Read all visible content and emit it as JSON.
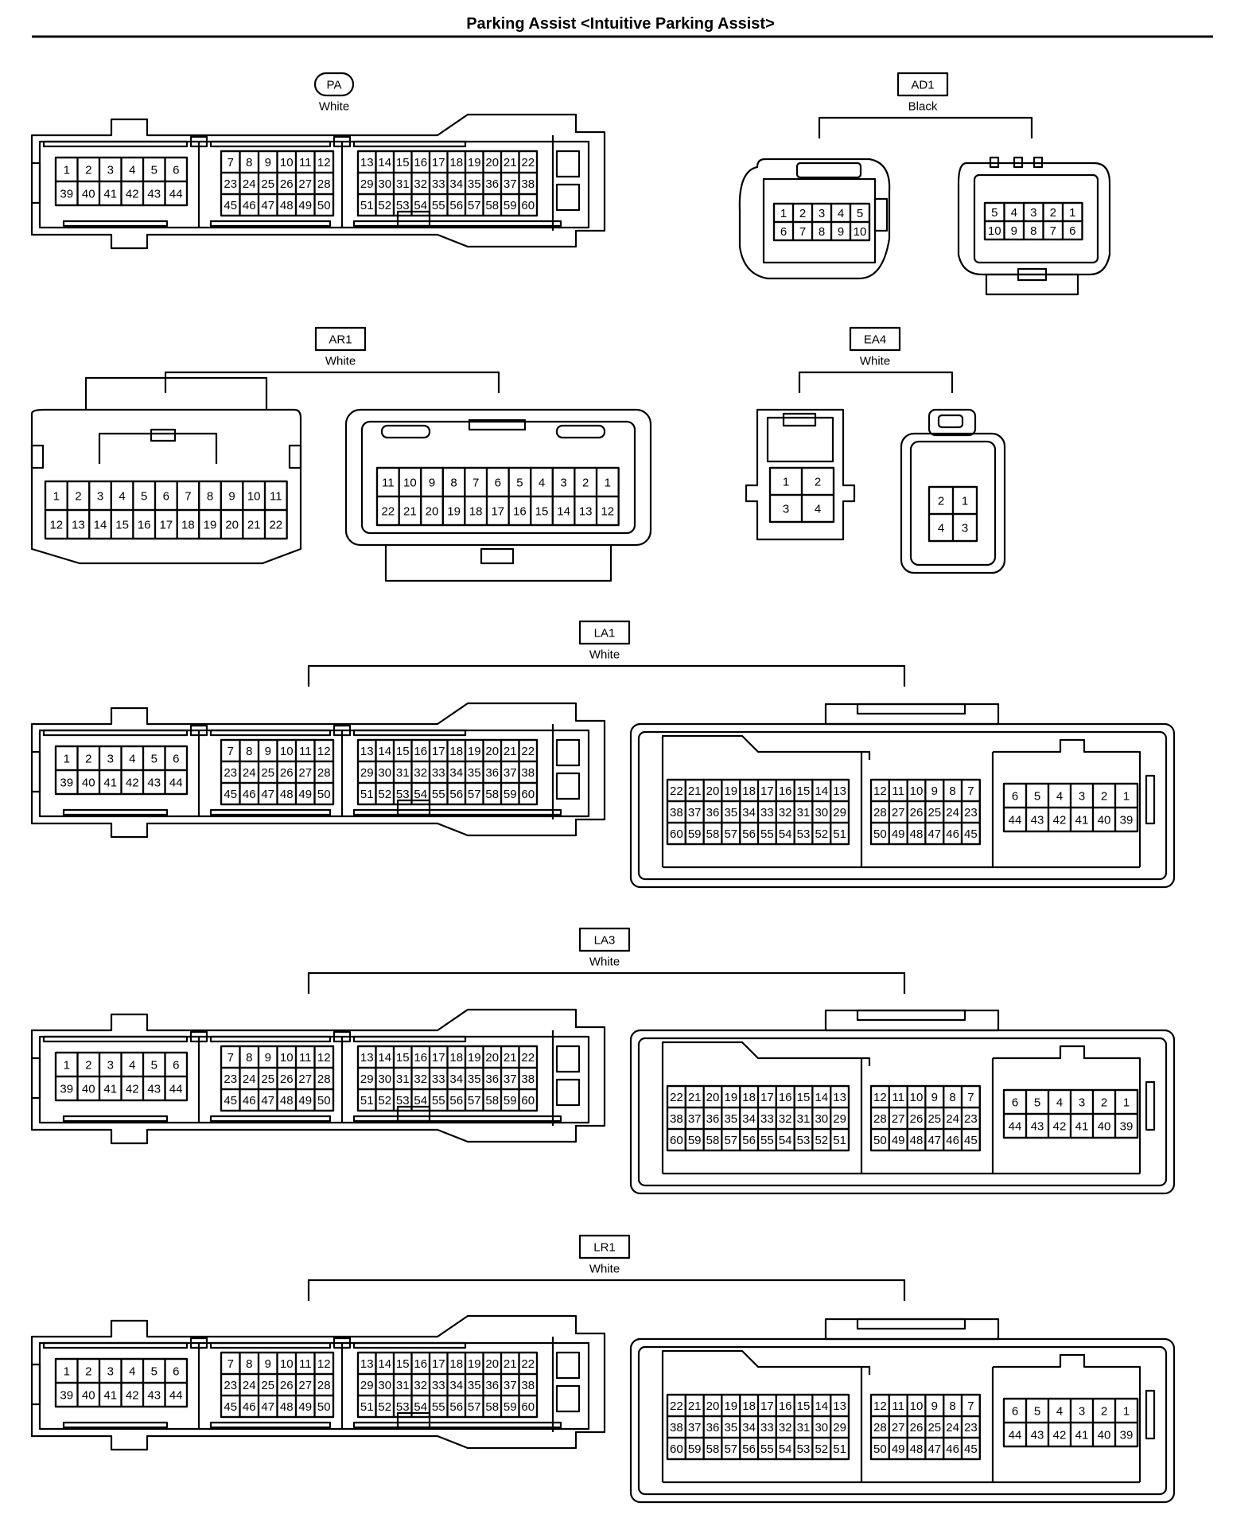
{
  "title": "Parking Assist <Intuitive Parking Assist>",
  "connectors": {
    "pa": {
      "name": "PA",
      "color": "White"
    },
    "ad1": {
      "name": "AD1",
      "color": "Black"
    },
    "ar1": {
      "name": "AR1",
      "color": "White"
    },
    "ea4": {
      "name": "EA4",
      "color": "White"
    },
    "la1": {
      "name": "LA1",
      "color": "White"
    },
    "la3": {
      "name": "LA3",
      "color": "White"
    },
    "lr1": {
      "name": "LR1",
      "color": "White"
    }
  },
  "pin_layouts": {
    "ecu60": {
      "g1": [
        [
          "1",
          "2",
          "3",
          "4",
          "5",
          "6"
        ],
        [
          "39",
          "40",
          "41",
          "42",
          "43",
          "44"
        ]
      ],
      "g2": [
        [
          "7",
          "8",
          "9",
          "10",
          "11",
          "12"
        ],
        [
          "23",
          "24",
          "25",
          "26",
          "27",
          "28"
        ],
        [
          "45",
          "46",
          "47",
          "48",
          "49",
          "50"
        ]
      ],
      "g3": [
        [
          "13",
          "14",
          "15",
          "16",
          "17",
          "18",
          "19",
          "20",
          "21",
          "22"
        ],
        [
          "29",
          "30",
          "31",
          "32",
          "33",
          "34",
          "35",
          "36",
          "37",
          "38"
        ],
        [
          "51",
          "52",
          "53",
          "54",
          "55",
          "56",
          "57",
          "58",
          "59",
          "60"
        ]
      ]
    },
    "mate60": {
      "g1": [
        [
          "22",
          "21",
          "20",
          "19",
          "18",
          "17",
          "16",
          "15",
          "14",
          "13"
        ],
        [
          "38",
          "37",
          "36",
          "35",
          "34",
          "33",
          "32",
          "31",
          "30",
          "29"
        ],
        [
          "60",
          "59",
          "58",
          "57",
          "56",
          "55",
          "54",
          "53",
          "52",
          "51"
        ]
      ],
      "g2": [
        [
          "12",
          "11",
          "10",
          "9",
          "8",
          "7"
        ],
        [
          "28",
          "27",
          "26",
          "25",
          "24",
          "23"
        ],
        [
          "50",
          "49",
          "48",
          "47",
          "46",
          "45"
        ]
      ],
      "g3": [
        [
          "6",
          "5",
          "4",
          "3",
          "2",
          "1"
        ],
        [
          "44",
          "43",
          "42",
          "41",
          "40",
          "39"
        ]
      ]
    },
    "ad1_left": [
      [
        "1",
        "2",
        "3",
        "4",
        "5"
      ],
      [
        "6",
        "7",
        "8",
        "9",
        "10"
      ]
    ],
    "ad1_right": [
      [
        "5",
        "4",
        "3",
        "2",
        "1"
      ],
      [
        "10",
        "9",
        "8",
        "7",
        "6"
      ]
    ],
    "ar1_left": [
      [
        "1",
        "2",
        "3",
        "4",
        "5",
        "6",
        "7",
        "8",
        "9",
        "10",
        "11"
      ],
      [
        "12",
        "13",
        "14",
        "15",
        "16",
        "17",
        "18",
        "19",
        "20",
        "21",
        "22"
      ]
    ],
    "ar1_right": [
      [
        "11",
        "10",
        "9",
        "8",
        "7",
        "6",
        "5",
        "4",
        "3",
        "2",
        "1"
      ],
      [
        "22",
        "21",
        "20",
        "19",
        "18",
        "17",
        "16",
        "15",
        "14",
        "13",
        "12"
      ]
    ],
    "ea4_left": [
      [
        "1",
        "2"
      ],
      [
        "3",
        "4"
      ]
    ],
    "ea4_right": [
      [
        "2",
        "1"
      ],
      [
        "4",
        "3"
      ]
    ]
  }
}
